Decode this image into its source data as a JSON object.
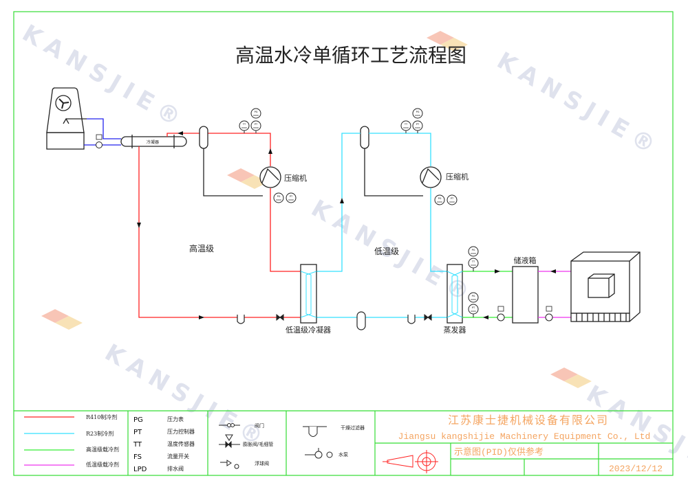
{
  "title": "高温水冷单循环工艺流程图",
  "watermark": "KANSJIE®",
  "labels": {
    "condenser": "冷凝器",
    "compressor_high": "压缩机",
    "compressor_low": "压缩机",
    "high_stage": "高温级",
    "low_stage": "低温级",
    "cascade_condenser": "低温级冷凝器",
    "evaporator": "蒸发器",
    "tank": "储液箱"
  },
  "gauges": {
    "pg": "PG",
    "pt": "PT",
    "tt": "TT",
    "value": "0000"
  },
  "colors": {
    "r410": "#ff2020",
    "r23": "#33e0ff",
    "high_coolant": "#33ee33",
    "low_coolant": "#ee33ee",
    "water": "#2222ee",
    "border": "#33dd33",
    "company": "#f4a460"
  },
  "legend": {
    "lines": [
      {
        "label": "R410制冷剂"
      },
      {
        "label": "R23制冷剂"
      },
      {
        "label": "高温级载冷剂"
      },
      {
        "label": "低温级载冷剂"
      }
    ],
    "abbreviations": [
      {
        "code": "PG",
        "meaning": "压力表"
      },
      {
        "code": "PT",
        "meaning": "压力控制器"
      },
      {
        "code": "TT",
        "meaning": "温度传感器"
      },
      {
        "code": "FS",
        "meaning": "流量开关"
      },
      {
        "code": "LPD",
        "meaning": "排水阀"
      }
    ],
    "valves": [
      {
        "label": "阀门"
      },
      {
        "label": "膨胀阀/毛细管"
      },
      {
        "label": "浮球阀"
      }
    ],
    "others": [
      {
        "label": "干燥过滤器"
      },
      {
        "label": "水泵"
      }
    ]
  },
  "title_block": {
    "company_cn": "江苏康士捷机械设备有限公司",
    "company_en": "Jiangsu kangshijie Machinery Equipment Co., Ltd",
    "note": "示意图(PID)仅供参考",
    "date": "2023/12/12"
  }
}
